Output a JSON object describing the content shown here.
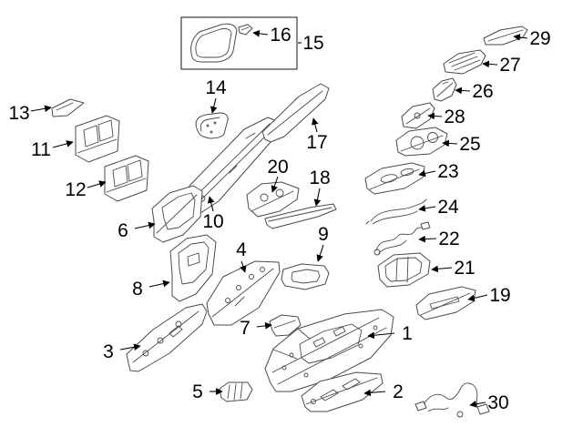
{
  "diagram": {
    "type": "exploded-parts-diagram",
    "background": "#ffffff",
    "line_color": "#4a4a4a",
    "label_color": "#000000",
    "callouts": [
      {
        "number": "1"
      },
      {
        "number": "2"
      },
      {
        "number": "3"
      },
      {
        "number": "4"
      },
      {
        "number": "5"
      },
      {
        "number": "6"
      },
      {
        "number": "7"
      },
      {
        "number": "8"
      },
      {
        "number": "9"
      },
      {
        "number": "10"
      },
      {
        "number": "11"
      },
      {
        "number": "12"
      },
      {
        "number": "13"
      },
      {
        "number": "14"
      },
      {
        "number": "15"
      },
      {
        "number": "16"
      },
      {
        "number": "17"
      },
      {
        "number": "18"
      },
      {
        "number": "19"
      },
      {
        "number": "20"
      },
      {
        "number": "21"
      },
      {
        "number": "22"
      },
      {
        "number": "23"
      },
      {
        "number": "24"
      },
      {
        "number": "25"
      },
      {
        "number": "26"
      },
      {
        "number": "27"
      },
      {
        "number": "28"
      },
      {
        "number": "29"
      },
      {
        "number": "30"
      }
    ]
  }
}
